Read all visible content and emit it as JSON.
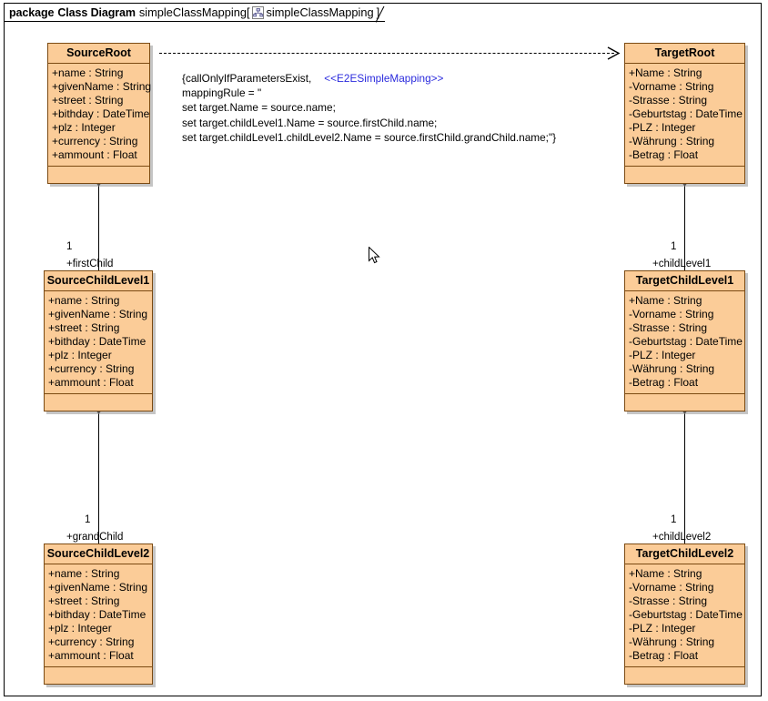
{
  "frame": {
    "package_keyword": "package",
    "diagram_kind": "Class Diagram",
    "diagram_name": "simpleClassMapping[",
    "tab_icon": "class-diagram-icon",
    "tab_ref_name": "simpleClassMapping",
    "bracket_close": "]"
  },
  "colors": {
    "class_fill": "#fbcc98",
    "class_border": "#7b4a12",
    "stereotype_text": "#2b2bdd",
    "line": "#000000",
    "canvas": "#ffffff"
  },
  "note": {
    "line1_constraint": "{callOnlyIfParametersExist,",
    "line1_stereotype": "<<E2ESimpleMapping>>",
    "line2": "mappingRule = \"",
    "line3": "set target.Name = source.name;",
    "line4": "set target.childLevel1.Name = source.firstChild.name;",
    "line5": "set target.childLevel1.childLevel2.Name = source.firstChild.grandChild.name;\"}"
  },
  "classes": [
    {
      "id": "source-root",
      "name": "SourceRoot",
      "attributes": [
        "+name : String",
        "+givenName : String",
        "+street : String",
        "+bithday : DateTime",
        "+plz : Integer",
        "+currency : String",
        "+ammount : Float"
      ]
    },
    {
      "id": "target-root",
      "name": "TargetRoot",
      "attributes": [
        "+Name : String",
        "-Vorname : String",
        "-Strasse : String",
        "-Geburtstag : DateTime",
        "-PLZ : Integer",
        "-Währung : String",
        "-Betrag : Float"
      ]
    },
    {
      "id": "source-child-level1",
      "name": "SourceChildLevel1",
      "attributes": [
        "+name : String",
        "+givenName : String",
        "+street : String",
        "+bithday : DateTime",
        "+plz : Integer",
        "+currency : String",
        "+ammount : Float"
      ]
    },
    {
      "id": "target-child-level1",
      "name": "TargetChildLevel1",
      "attributes": [
        "+Name : String",
        "-Vorname : String",
        "-Strasse : String",
        "-Geburtstag : DateTime",
        "-PLZ : Integer",
        "-Währung : String",
        "-Betrag : Float"
      ]
    },
    {
      "id": "source-child-level2",
      "name": "SourceChildLevel2",
      "attributes": [
        "+name : String",
        "+givenName : String",
        "+street : String",
        "+bithday : DateTime",
        "+plz : Integer",
        "+currency : String",
        "+ammount : Float"
      ]
    },
    {
      "id": "target-child-level2",
      "name": "TargetChildLevel2",
      "attributes": [
        "+Name : String",
        "-Vorname : String",
        "-Strasse : String",
        "-Geburtstag : DateTime",
        "-PLZ : Integer",
        "-Währung : String",
        "-Betrag : Float"
      ]
    }
  ],
  "associations": [
    {
      "id": "source-root-to-child1",
      "multiplicity": "1",
      "role": "+firstChild"
    },
    {
      "id": "target-root-to-child1",
      "multiplicity": "1",
      "role": "+childLevel1"
    },
    {
      "id": "source-child1-to-child2",
      "multiplicity": "1",
      "role": "+grandChild"
    },
    {
      "id": "target-child1-to-child2",
      "multiplicity": "1",
      "role": "+childLevel2"
    }
  ],
  "dependency": {
    "id": "source-to-target-mapping",
    "style": "dashed-open-arrow"
  }
}
